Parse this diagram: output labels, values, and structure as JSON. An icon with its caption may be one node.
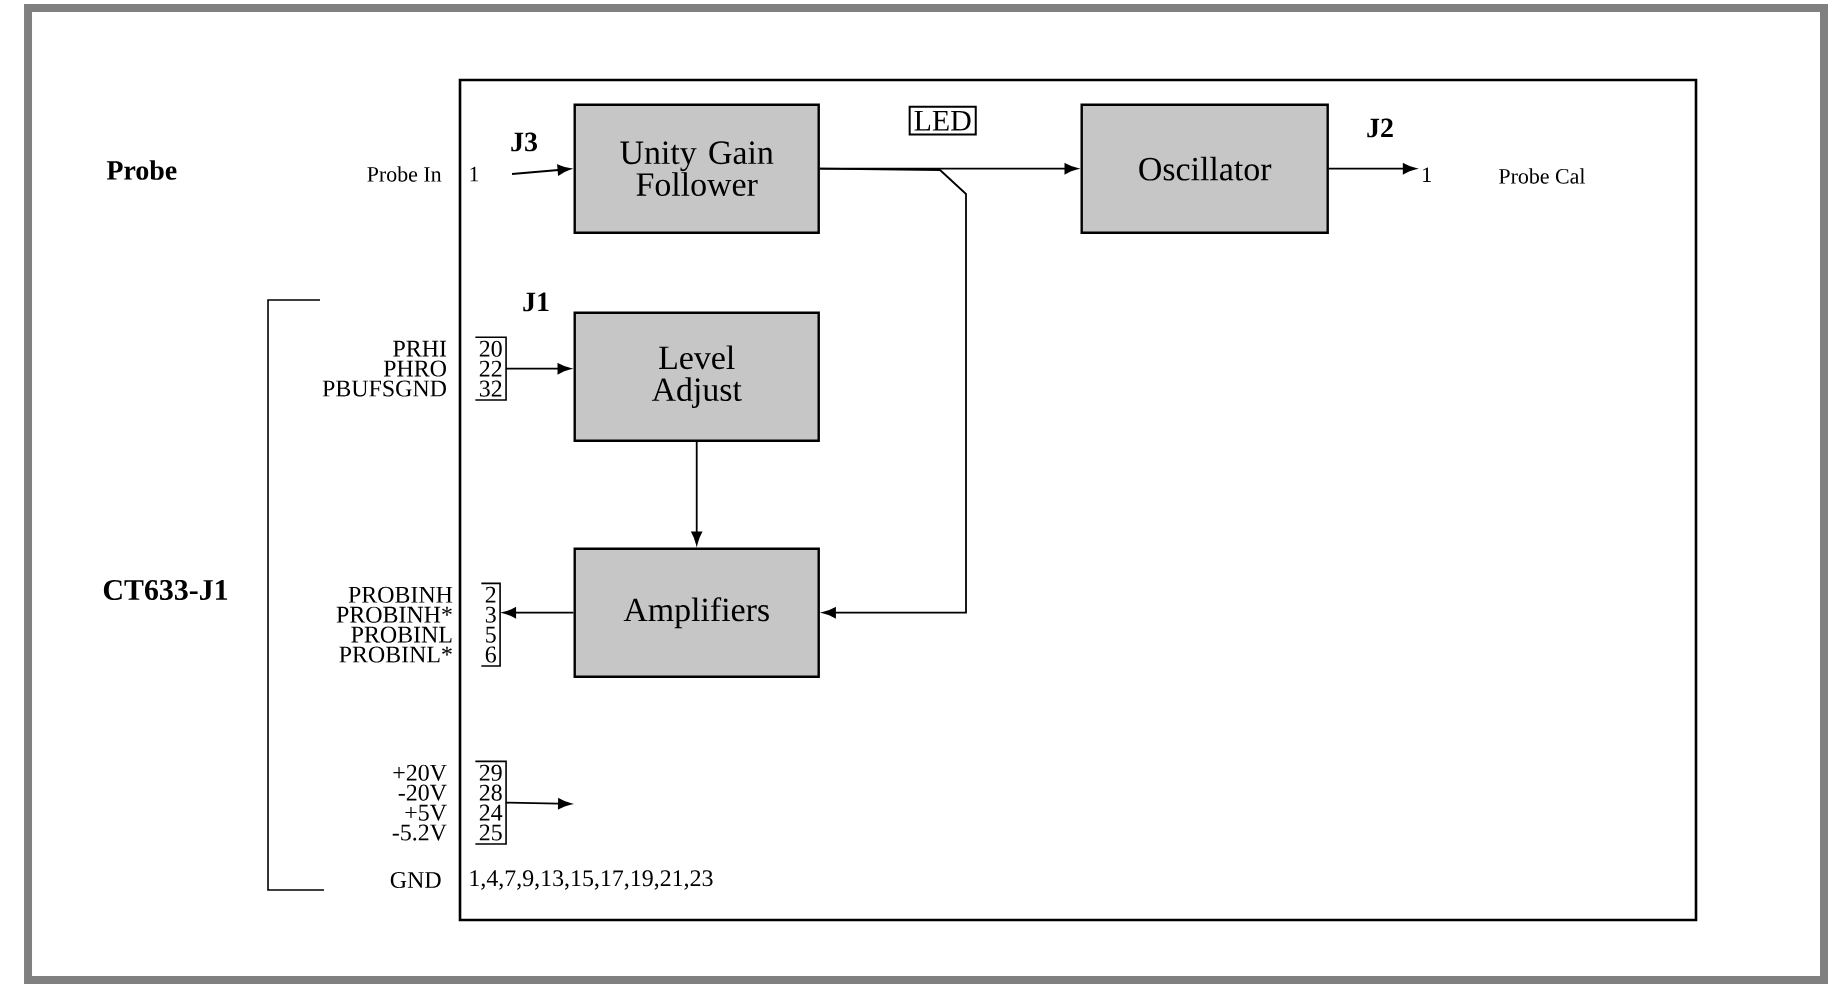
{
  "diagram": {
    "nodes": [
      {
        "text": [],
        "shape": "box"
      },
      {
        "text": [
          "Unity Gain Follower"
        ],
        "in": 0
      },
      {
        "text": [
          "LED"
        ],
        "in": 0
      },
      {
        "text": [
          "Oscillator"
        ],
        "in": 0
      },
      {
        "text": [
          "Level Adjust"
        ],
        "in": 0
      },
      {
        "text": [
          "Amplifiers"
        ],
        "in": 0
      },
      {
        "text": [
          "20",
          "22",
          "32"
        ],
        "beside": [
          "PRHI",
          "PHRO",
          "PBUFSGND"
        ],
        "in": 0
      },
      {
        "text": [
          "2",
          "3",
          "5",
          "6"
        ],
        "beside": [
          "PROBINH",
          "PROBINH*",
          "PROBINL",
          "PROBINL*"
        ],
        "in": 0
      },
      {
        "text": [
          "29",
          "28",
          "24",
          "25"
        ],
        "beside": [
          "+20V",
          "-20V",
          "+5V",
          "-5.2V"
        ],
        "in": 0
      },
      {
        "text": [
          "1"
        ],
        "in": 0
      }
    ],
    "edges": [
      {
        "from": null,
        "to": 1,
        "arrow": "to"
      },
      {
        "from": 1,
        "to": 3,
        "arrow": "to"
      },
      {
        "from": 1,
        "to": 5,
        "arrow": "to"
      },
      {
        "from": 3,
        "to": 9,
        "arrow": "to"
      },
      {
        "from": 6,
        "to": 4,
        "arrow": "to"
      },
      {
        "from": 4,
        "to": 5,
        "arrow": "to"
      },
      {
        "from": 5,
        "to": 7,
        "arrow": "to"
      },
      {
        "from": 8,
        "to": null,
        "arrow": "to"
      }
    ],
    "labels": [
      "Probe",
      "Probe In",
      "1",
      "J3",
      "J2",
      "Probe Cal",
      "J1",
      "CT633-J1",
      "GND",
      "1,4,7,9,13,15,17,19,21,23"
    ]
  }
}
